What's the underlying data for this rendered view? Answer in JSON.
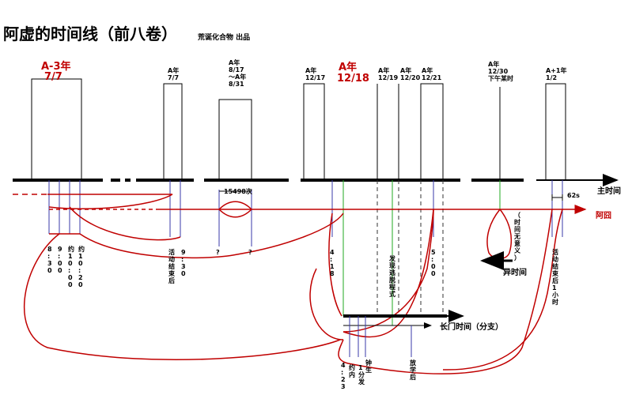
{
  "title": "阿虚的时间线（前八卷）",
  "credit": "荒诞化合物 出品",
  "axis_labels": {
    "main": "主时间",
    "protagonist": "阿囧",
    "other": "异时间",
    "nagato": "长门时间（分支）"
  },
  "headers": {
    "a3": "A-3年",
    "a3_date": "7/7",
    "y77": "A年\n7/7",
    "y817": "A年\n8/17\n～A年\n8/31",
    "y1217": "A年\n12/17",
    "y1218_big": "A年",
    "y1218_date": "12/18",
    "y1219": "A年\n12/19",
    "y1220": "A年\n12/20",
    "y1221": "A年\n12/21",
    "y1230": "A年\n12/30\n下午某时",
    "yp1": "A+1年\n1/2"
  },
  "annotations": {
    "loops": "15498次",
    "gap": "62s",
    "t830": "8\n:\n3\n0",
    "t900": "9\n:\n0\n0",
    "t1000": "约\n1\n0\n:\n0\n0",
    "t1020": "约\n1\n0\n:\n2\n0",
    "activity_end": "活\n动\n结\n束\n后",
    "t930": "9\n:\n3\n0",
    "q1": "?",
    "q2": "?",
    "t418": "4\n:\n1\n8",
    "escape": "发\n现\n逃\n脱\n程\n式",
    "t500": "5\n:\n0\n0",
    "no_time": "（\n时\n间\n无\n意\n义\n）",
    "after_hour": "活\n动\n结\n束\n后\n1\n小\n时",
    "t423": "4\n:\n2\n3",
    "within": "约\n内",
    "one_min": "1\n分\n发",
    "happen": "钟\n生",
    "after_school": "放\n学\n后"
  },
  "colors": {
    "main_axis": "#000000",
    "path": "#c00000",
    "ticks": "#3a3aa8",
    "green": "#22aa22"
  }
}
